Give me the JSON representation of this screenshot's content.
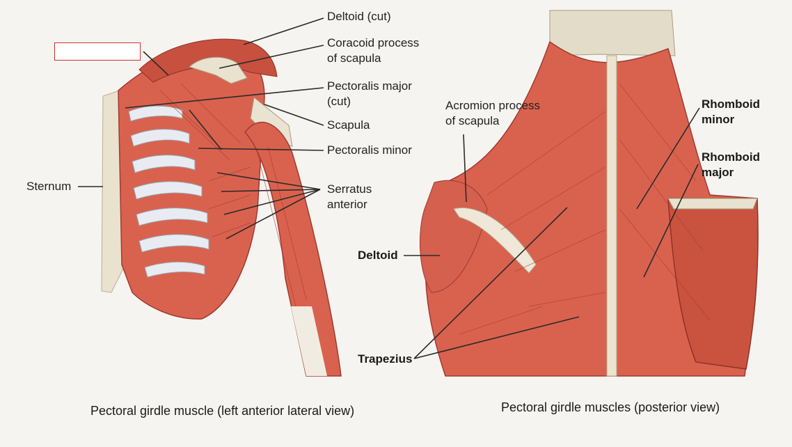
{
  "colors": {
    "muscle": "#d9624f",
    "muscle_dark": "#b8463a",
    "bone": "#e9e2cf",
    "tendon": "#f4efe6",
    "paper": "#f6f4f1"
  },
  "left_figure": {
    "caption": "Pectoral girdle muscle (left anterior lateral view)",
    "labels": {
      "deltoid_cut": "Deltoid (cut)",
      "coracoid_1": "Coracoid process",
      "coracoid_2": "of scapula",
      "pect_major_1": "Pectoralis major",
      "pect_major_2": "(cut)",
      "scapula": "Scapula",
      "pect_minor": "Pectoralis minor",
      "serratus_1": "Serratus",
      "serratus_2": "anterior",
      "sternum": "Sternum"
    }
  },
  "right_figure": {
    "caption": "Pectoral girdle muscles (posterior view)",
    "labels": {
      "acromion_1": "Acromion process",
      "acromion_2": "of scapula",
      "rhomboid_minor_1": "Rhomboid",
      "rhomboid_minor_2": "minor",
      "rhomboid_major_1": "Rhomboid",
      "rhomboid_major_2": "major",
      "deltoid": "Deltoid",
      "trapezius": "Trapezius"
    }
  },
  "blank_label": ""
}
